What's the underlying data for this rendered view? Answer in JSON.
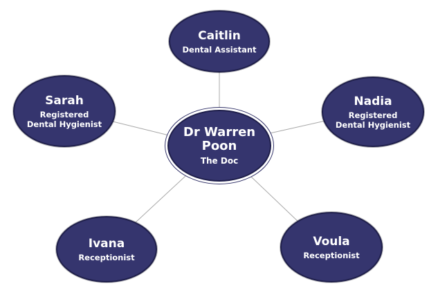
{
  "colors": {
    "node_fill": "#35356e",
    "line": "#a8a8a8",
    "text": "#ffffff"
  },
  "nodes": {
    "center": {
      "name": "Dr Warren Poon",
      "role": "The Doc"
    },
    "caitlin": {
      "name": "Caitlin",
      "role": "Dental Assistant"
    },
    "sarah": {
      "name": "Sarah",
      "role": "Registered Dental Hygienist"
    },
    "nadia": {
      "name": "Nadia",
      "role": "Registered Dental Hygienist"
    },
    "ivana": {
      "name": "Ivana",
      "role": "Receptionist"
    },
    "voula": {
      "name": "Voula",
      "role": "Receptionist"
    }
  }
}
